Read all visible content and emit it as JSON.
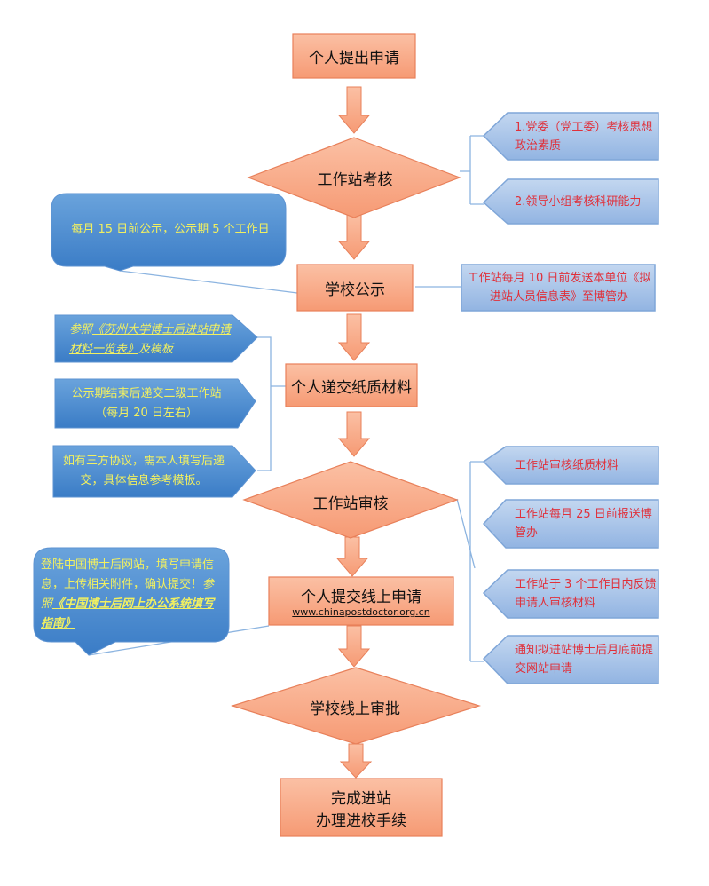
{
  "colors": {
    "process_fill": "#f8a987",
    "process_border": "#e8805a",
    "arrow": "#f4a27e",
    "callout_light": "#a8c4e8",
    "callout_dark": "#4a8bd0",
    "red_text": "#e0303a",
    "yellow_text": "#f2f060",
    "connector": "#8cb4e0"
  },
  "flow": {
    "step1": "个人提出申请",
    "decision1": "工作站考核",
    "step2": "学校公示",
    "step3": "个人递交纸质材料",
    "decision2": "工作站审核",
    "step4": "个人提交线上申请",
    "step4_url": "www.chinapostdoctor.org.cn",
    "decision3": "学校线上审批",
    "final_line1": "完成进站",
    "final_line2": "办理进校手续"
  },
  "right_notes": {
    "review1": "1.党委（党工委）考核思想政治素质",
    "review2": "2.领导小组考核科研能力",
    "publicity": "工作站每月 10 日前发送本单位《拟进站人员信息表》至博管办",
    "audit1": "工作站审核纸质材料",
    "audit2": "工作站每月 25 日前报送博管办",
    "audit3": "工作站于 3 个工作日内反馈申请人审核材料",
    "audit4": "通知拟进站博士后月底前提交网站申请"
  },
  "left_notes": {
    "bubble_publicity": "每月 15 日前公示，公示期 5 个工作日",
    "material1_prefix": "参照",
    "material1_link": "《苏州大学博士后进站申请材料一览表》",
    "material1_suffix": "及模板",
    "material2_line1": "公示期结束后递交二级工作站",
    "material2_line2": "（每月 20 日左右）",
    "material3": "如有三方协议，需本人填写后递交，具体信息参考模板。",
    "bubble_online_text": "登陆中国博士后网站，填写申请信息，上传相关附件，确认提交！",
    "bubble_online_prefix": "参照",
    "bubble_online_link": "《中国博士后网上办公系统填写指南》"
  }
}
